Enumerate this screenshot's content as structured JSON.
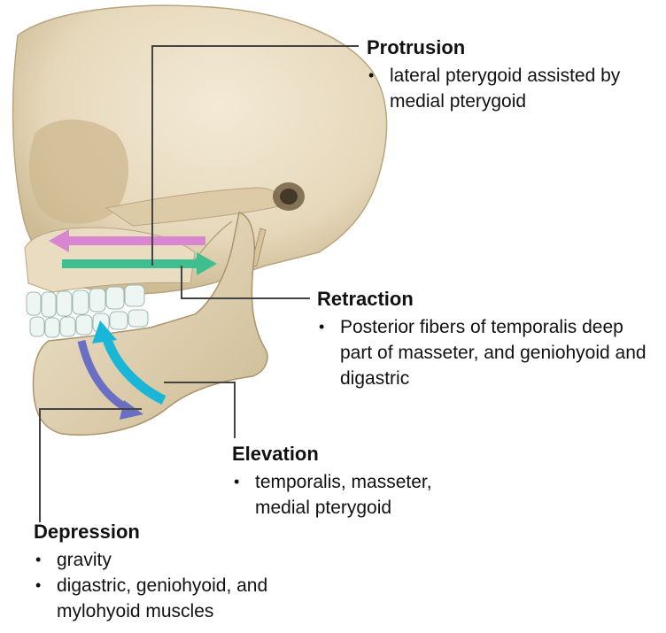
{
  "labels": {
    "protrusion": {
      "title": "Protrusion",
      "bullets": [
        "lateral pterygoid assisted by medial pterygoid"
      ]
    },
    "retraction": {
      "title": "Retraction",
      "bullets": [
        "Posterior fibers of temporalis deep part of masseter, and geniohyoid and digastric"
      ]
    },
    "elevation": {
      "title": "Elevation",
      "bullets": [
        "temporalis, masseter, medial pterygoid"
      ]
    },
    "depression": {
      "title": "Depression",
      "bullets": [
        "gravity",
        "digastric, geniohyoid, and mylohyoid muscles"
      ]
    }
  },
  "colors": {
    "bone": "#e8dcc3",
    "bone_shadow": "#c9b894",
    "protrusion_arrow": "#d886d0",
    "retraction_arrow": "#3fbf8f",
    "elevation_arrow": "#19b6d8",
    "depression_arrow": "#6b6fc4",
    "leader_line": "#444444"
  }
}
